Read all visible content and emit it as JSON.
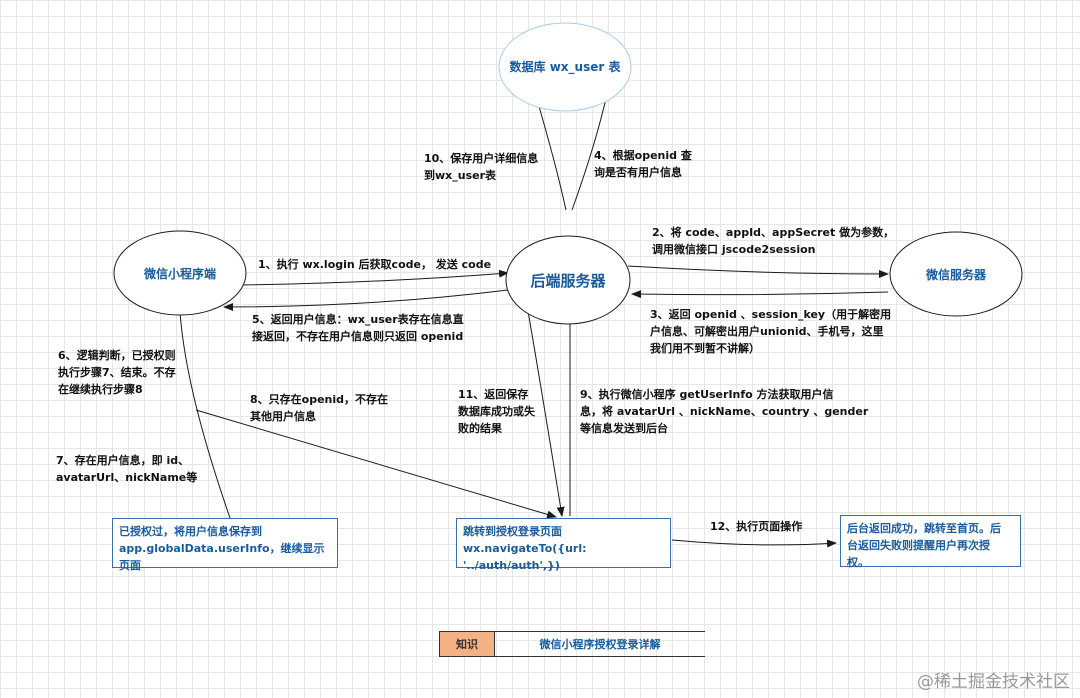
{
  "nodes": {
    "db": "数据库 wx_user 表",
    "client": "微信小程序端",
    "server": "后端服务器",
    "wechat": "微信服务器"
  },
  "labels": {
    "e10": "10、保存用户详细信息\n到wx_user表",
    "e4": "4、根据openid 查\n询是否有用户信息",
    "e2": "2、将 code、appId、appSecret 做为参数，\n调用微信接口 jscode2session",
    "e1": "1、执行 wx.login 后获取code， 发送 code",
    "e5": "5、返回用户信息：wx_user表存在信息直\n接返回，不存在用户信息则只返回 openid",
    "e3": "3、返回 openid 、session_key（用于解密用\n户信息、可解密出用户unionid、手机号，这里\n我们用不到暂不讲解）",
    "e6": "6、逻辑判断，已授权则\n执行步骤7、结束。不存\n在继续执行步骤8",
    "e8": "8、只存在openid，不存在\n其他用户信息",
    "e11": "11、返回保存\n数据库成功或失\n败的结果",
    "e9": "9、执行微信小程序 getUserInfo 方法获取用户信\n息，将 avatarUrl 、nickName、country 、gender\n等信息发送到后台",
    "e7": "7、存在用户信息，即 id、\navatarUrl、nickName等",
    "e12": "12、执行页面操作"
  },
  "boxes": {
    "authorized": "已授权过，将用户信息保存到\napp.globalData.userInfo，继续显示页面",
    "navigate": "跳转到授权登录页面\nwx.navigateTo({url: '../auth/auth',})",
    "result": "后台返回成功，跳转至首页。后\n台返回失败则提醒用户再次授\n权。"
  },
  "legend": {
    "key": "知识",
    "value": "微信小程序授权登录详解"
  },
  "watermark": "@稀土掘金技术社区",
  "colors": {
    "line": "#1a1a1a",
    "node_text": "#1a5b9c",
    "db_border": "#a9cbe8",
    "legend_key": "#f4b183"
  }
}
